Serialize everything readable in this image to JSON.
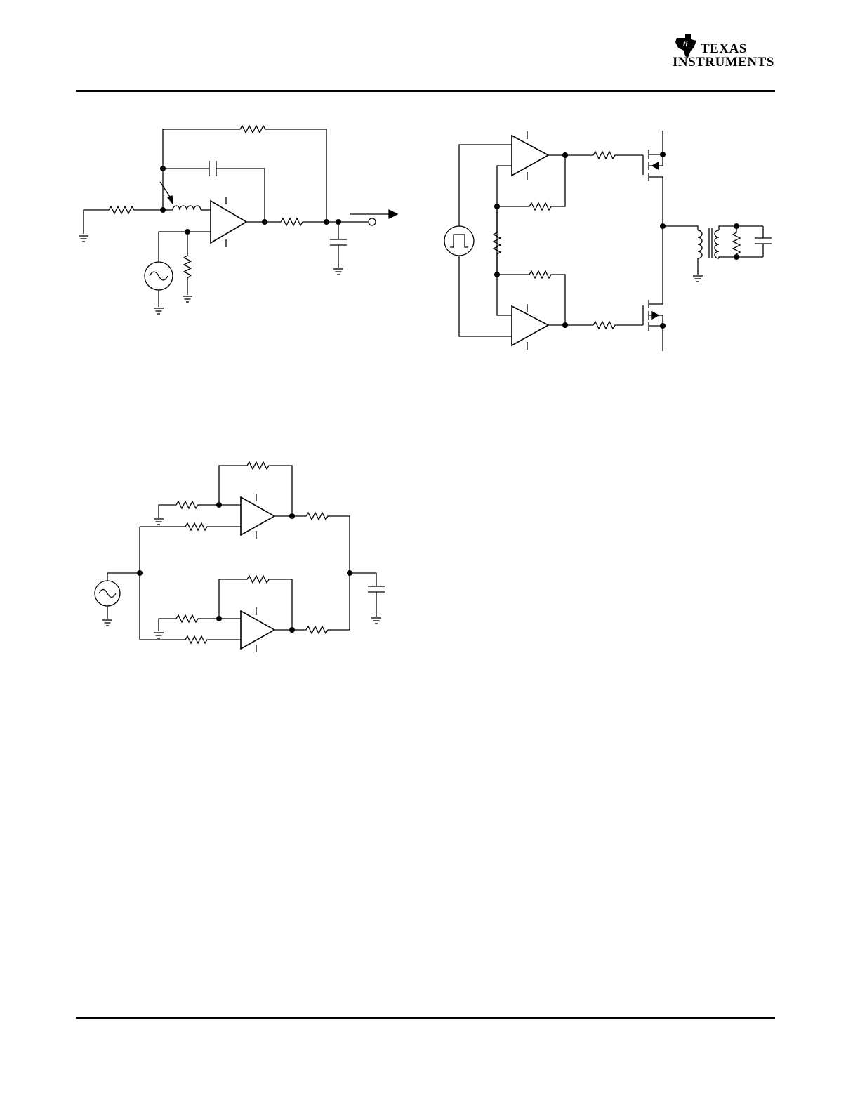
{
  "header": {
    "brand_line1": "TEXAS",
    "brand_line2": "INSTRUMENTS",
    "logo_icon": "ti-logo-icon"
  },
  "figures": [
    {
      "name": "circuit-1-amplifier-with-inductor-feedback",
      "icons": [
        "op-amp",
        "resistor",
        "capacitor",
        "inductor",
        "ac-source",
        "ground",
        "output-terminal"
      ]
    },
    {
      "name": "circuit-2-bridge-driver-with-transformer",
      "icons": [
        "op-amp",
        "resistor",
        "mosfet",
        "transformer",
        "square-wave-source",
        "capacitor",
        "ground"
      ]
    },
    {
      "name": "circuit-3-parallel-amplifiers",
      "icons": [
        "op-amp",
        "resistor",
        "capacitor",
        "ac-source",
        "ground"
      ]
    }
  ]
}
